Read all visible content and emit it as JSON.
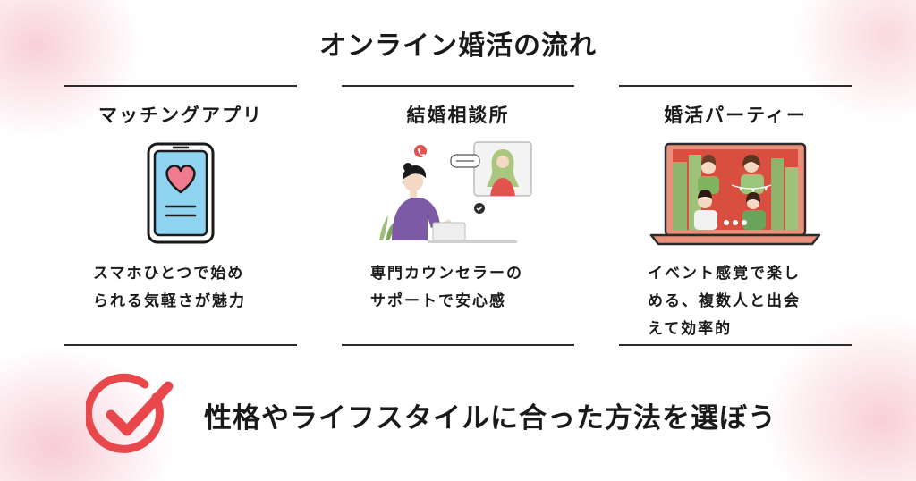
{
  "title": "オンライン婚活の流れ",
  "columns": [
    {
      "heading": "マッチングアプリ",
      "desc_lines": [
        "スマホひとつで始め",
        "られる気軽さが魅力"
      ],
      "icon": "smartphone-heart-icon"
    },
    {
      "heading": "結婚相談所",
      "desc_lines": [
        "専門カウンセラーの",
        "サポートで安心感"
      ],
      "icon": "counselor-video-call-illustration"
    },
    {
      "heading": "婚活パーティー",
      "desc_lines": [
        "イベント感覚で楽し",
        "める、複数人と出会",
        "えて効率的"
      ],
      "icon": "laptop-video-party-illustration"
    }
  ],
  "bottom": {
    "message": "性格やライフスタイルに合った方法を選ぼう",
    "icon": "check-circle-icon"
  },
  "colors": {
    "accent_red": "#e8484b",
    "phone_blue": "#8fd3f0",
    "heart_pink": "#f07a8e",
    "laptop_orange": "#e8907a",
    "purple": "#7d5aa6",
    "green": "#9fbf7a",
    "text": "#1a1a1a"
  }
}
